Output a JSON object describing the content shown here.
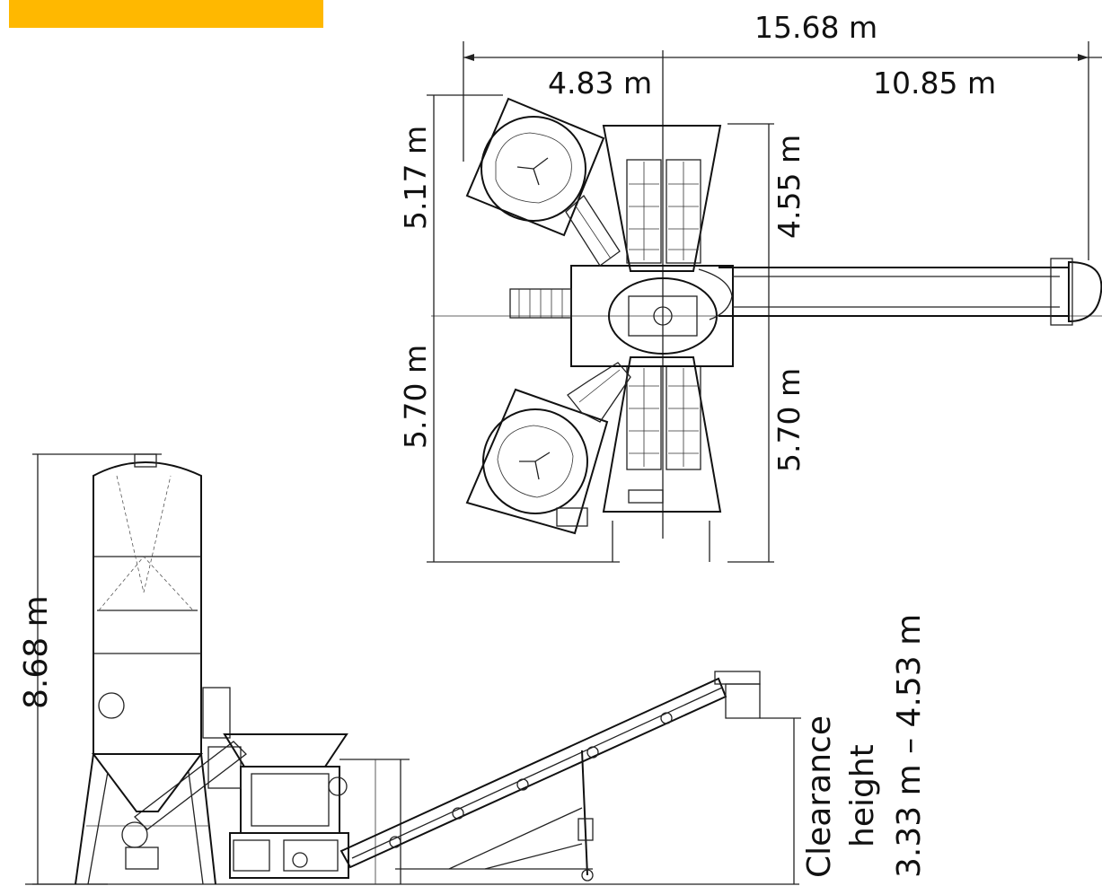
{
  "banner": {
    "color": "#FFB800"
  },
  "top_view": {
    "total_length": "15.68 m",
    "left_length": "4.83 m",
    "right_length": "10.85 m",
    "upper_left_width": "5.17 m",
    "lower_left_width": "5.70 m",
    "upper_right_width": "4.55 m",
    "lower_right_width": "5.70 m"
  },
  "side_view": {
    "silo_height": "8.68 m",
    "clearance_line1": "Clearance",
    "clearance_line2": "height",
    "clearance_range": "3.33 m – 4.53 m"
  }
}
